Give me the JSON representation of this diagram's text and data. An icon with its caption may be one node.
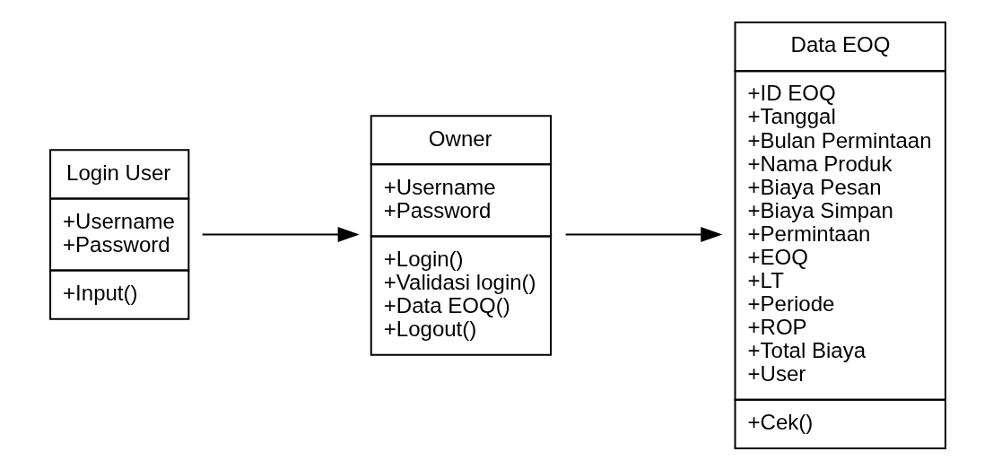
{
  "diagram": {
    "nodes": [
      {
        "text": [
          "Login User",
          "+Username +Password",
          "+Input()"
        ]
      },
      {
        "text": [
          "Owner",
          "+Username +Password",
          "+Login() +Validasi login() +Data EOQ() +Logout()"
        ]
      },
      {
        "text": [
          "Data EOQ",
          "+ID EOQ +Tanggal +Bulan Permintaan +Nama Produk +Biaya Pesan +Biaya Simpan +Permintaan +EOQ +LT +Periode +ROP +Total Biaya +User",
          "+Cek()"
        ]
      }
    ],
    "edges": [
      {
        "from": 0,
        "to": 1,
        "arrow": "to"
      },
      {
        "from": 1,
        "to": 2,
        "arrow": "to"
      }
    ]
  }
}
